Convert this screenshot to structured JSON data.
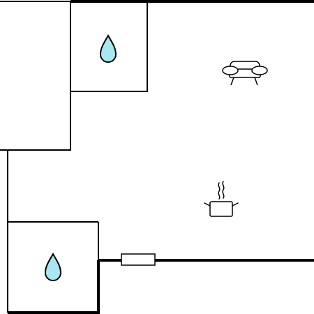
{
  "plan": {
    "rooms": [
      {
        "name": "bathroom-upper",
        "icon": "water-drop-icon",
        "fill": "#a8e6f0"
      },
      {
        "name": "bathroom-lower",
        "icon": "water-drop-icon",
        "fill": "#a8e6f0"
      },
      {
        "name": "living-area",
        "icon": "sofa-icon"
      },
      {
        "name": "kitchen-area",
        "icon": "cooking-pot-icon"
      }
    ],
    "fixtures": [
      {
        "name": "window",
        "icon": "window-icon"
      }
    ],
    "colors": {
      "wall": "#000000",
      "background": "#ffffff",
      "water": "#a8e6f0"
    }
  }
}
